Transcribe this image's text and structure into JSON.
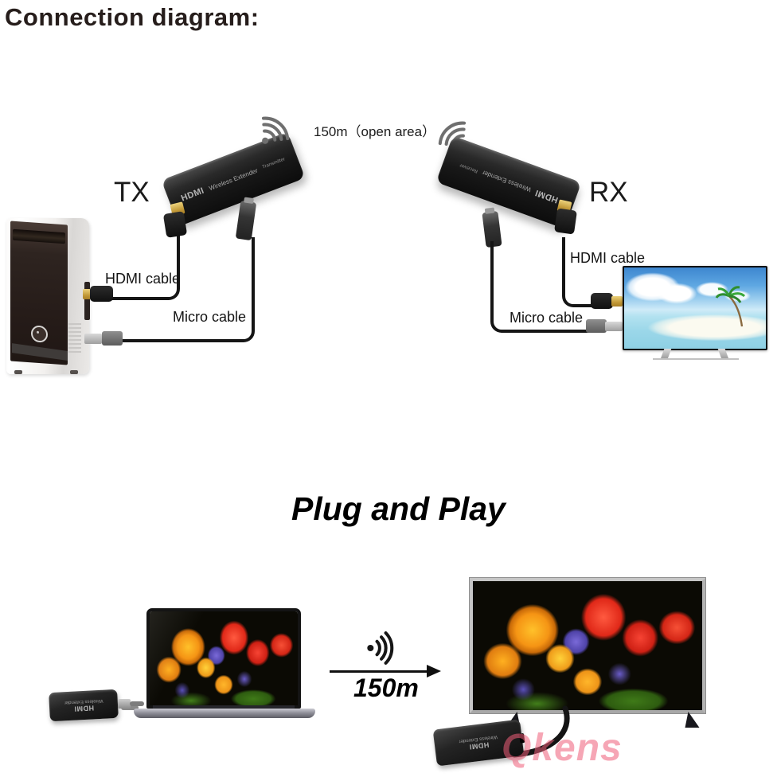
{
  "page": {
    "title": "Connection diagram:"
  },
  "top": {
    "tx_label": "TX",
    "rx_label": "RX",
    "distance": "150m（open area）",
    "left_hdmi_cable_label": "HDMI cable",
    "left_micro_cable_label": "Micro cable",
    "right_hdmi_cable_label": "HDMI cable",
    "right_micro_cable_label": "Micro cable",
    "tx_device": {
      "brand": "HDMI",
      "name": "Wireless Extender",
      "role": "Transmitter"
    },
    "rx_device": {
      "brand": "HDMI",
      "name": "Wireless Extender",
      "role": "Receiver"
    }
  },
  "bottom": {
    "heading": "Plug and Play",
    "distance": "150m",
    "laptop_dongle": {
      "brand": "HDMI",
      "name": "Wireless Extender"
    },
    "tv_dongle": {
      "brand": "HDMI",
      "name": "Wireless Extender"
    },
    "watermark": "Qkens"
  },
  "icons": {
    "wifi": "wifi-signal-icon",
    "arrow": "right-arrow-icon",
    "power": "power-button-icon",
    "palm": "palm-tree-icon"
  },
  "colors": {
    "title_text": "#261d1b",
    "label_text": "#141414",
    "device_black": "#1a1a1a",
    "cable_black": "#151515",
    "wifi_gray": "#6f6f6f",
    "gold_connector": "#c39a39",
    "tv_silver_frame": "#c6c6c6",
    "watermark_pink": "#ef5e79"
  }
}
